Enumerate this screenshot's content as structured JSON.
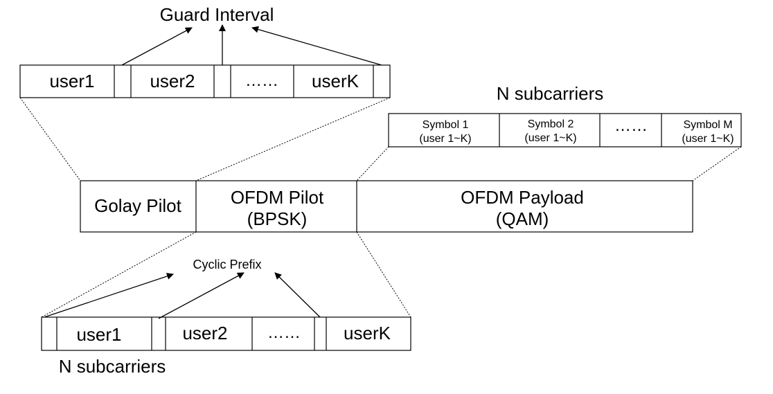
{
  "top_frame": {
    "title": "Guard Interval",
    "cells": [
      "user1",
      "user2",
      "……",
      "userK"
    ]
  },
  "middle_frame": {
    "golay_pilot": "Golay Pilot",
    "ofdm_pilot_line1": "OFDM Pilot",
    "ofdm_pilot_line2": "(BPSK)",
    "ofdm_payload_line1": "OFDM Payload",
    "ofdm_payload_line2": "(QAM)"
  },
  "payload_detail": {
    "title": "N subcarriers",
    "symbols": [
      {
        "line1": "Symbol 1",
        "line2": "(user 1~K)"
      },
      {
        "line1": "Symbol 2",
        "line2": "(user 1~K)"
      },
      {
        "line1": "……",
        "line2": ""
      },
      {
        "line1": "Symbol M",
        "line2": "(user 1~K)"
      }
    ]
  },
  "bottom_frame": {
    "title": "Cyclic Prefix",
    "cells": [
      "user1",
      "user2",
      "……",
      "userK"
    ],
    "footer": "N subcarriers"
  }
}
